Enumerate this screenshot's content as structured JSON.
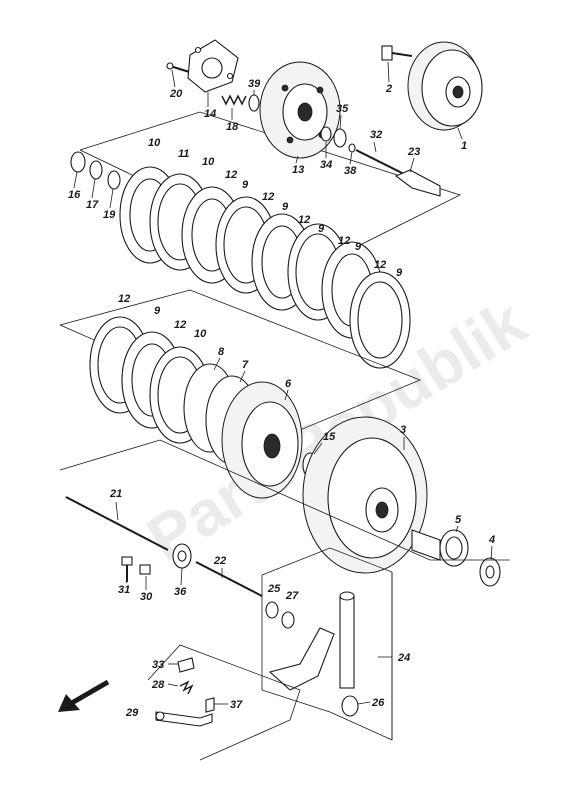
{
  "diagram": {
    "labels": [
      {
        "id": "p1",
        "text": "1"
      },
      {
        "id": "p2",
        "text": "2"
      },
      {
        "id": "p3",
        "text": "3"
      },
      {
        "id": "p4",
        "text": "4"
      },
      {
        "id": "p5",
        "text": "5"
      },
      {
        "id": "p6",
        "text": "6"
      },
      {
        "id": "p7",
        "text": "7"
      },
      {
        "id": "p8",
        "text": "8"
      },
      {
        "id": "p9",
        "text": "9"
      },
      {
        "id": "p10",
        "text": "10"
      },
      {
        "id": "p11",
        "text": "11"
      },
      {
        "id": "p12",
        "text": "12"
      },
      {
        "id": "p13",
        "text": "13"
      },
      {
        "id": "p14",
        "text": "14"
      },
      {
        "id": "p15",
        "text": "15"
      },
      {
        "id": "p16",
        "text": "16"
      },
      {
        "id": "p17",
        "text": "17"
      },
      {
        "id": "p18",
        "text": "18"
      },
      {
        "id": "p19",
        "text": "19"
      },
      {
        "id": "p20",
        "text": "20"
      },
      {
        "id": "p21",
        "text": "21"
      },
      {
        "id": "p22",
        "text": "22"
      },
      {
        "id": "p23",
        "text": "23"
      },
      {
        "id": "p24",
        "text": "24"
      },
      {
        "id": "p25",
        "text": "25"
      },
      {
        "id": "p26",
        "text": "26"
      },
      {
        "id": "p27",
        "text": "27"
      },
      {
        "id": "p28",
        "text": "28"
      },
      {
        "id": "p29",
        "text": "29"
      },
      {
        "id": "p30",
        "text": "30"
      },
      {
        "id": "p31",
        "text": "31"
      },
      {
        "id": "p32",
        "text": "32"
      },
      {
        "id": "p33",
        "text": "33"
      },
      {
        "id": "p34",
        "text": "34"
      },
      {
        "id": "p35",
        "text": "35"
      },
      {
        "id": "p36",
        "text": "36"
      },
      {
        "id": "p37",
        "text": "37"
      },
      {
        "id": "p38",
        "text": "38"
      },
      {
        "id": "p39",
        "text": "39"
      }
    ],
    "watermark": "PartsRepublik",
    "front_arrow_icon": "arrow-down-left-icon",
    "colors": {
      "line": "#1a1a1a",
      "watermark": "#dcdcdc"
    }
  }
}
